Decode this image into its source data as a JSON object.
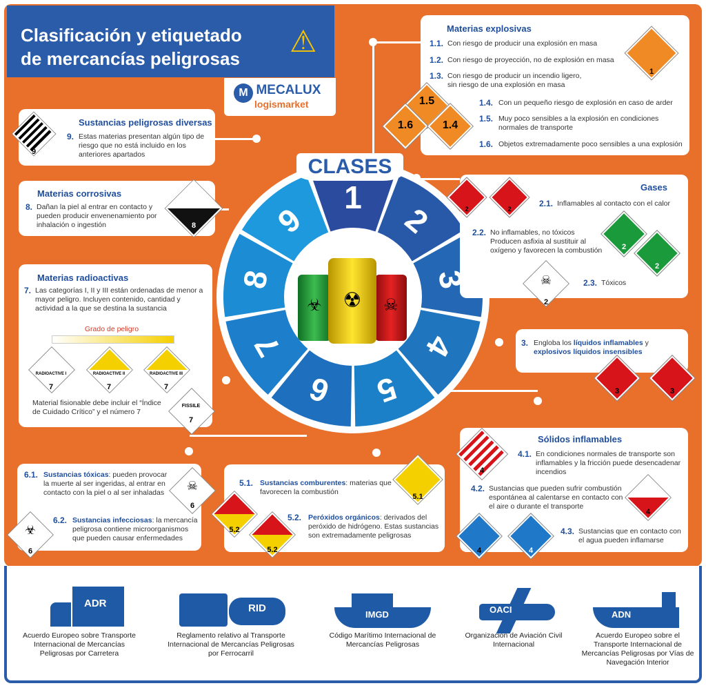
{
  "header": {
    "title_line1": "Clasificación y etiquetado",
    "title_line2": "de mercancías peligrosas",
    "warning_icon": "⚠"
  },
  "logo": {
    "brand": "MECALUX",
    "sub": "logismarket",
    "mark": "M"
  },
  "wheel": {
    "banner": "CLASES",
    "classes": [
      "1",
      "2",
      "3",
      "4",
      "5",
      "6",
      "7",
      "8",
      "9"
    ],
    "colors": [
      "#2b4c9e",
      "#2759a8",
      "#2467b4",
      "#2075bf",
      "#1c80c8",
      "#1e6fbe",
      "#1d7fcb",
      "#1c8cd5",
      "#1f99de"
    ]
  },
  "explosivas": {
    "title": "Materias explosivas",
    "items": [
      {
        "n": "1.1.",
        "t": "Con riesgo de producir una explosión en masa"
      },
      {
        "n": "1.2.",
        "t": "Con riesgo de proyección, no de explosión en masa"
      },
      {
        "n": "1.3.",
        "t": "Con riesgo de producir un incendio ligero, sin riesgo de una explosión en masa"
      },
      {
        "n": "1.4.",
        "t": "Con un pequeño riesgo de explosión en caso de arder"
      },
      {
        "n": "1.5.",
        "t": "Muy poco sensibles a la explosión en condiciones normales de transporte"
      },
      {
        "n": "1.6.",
        "t": "Objetos extremadamente poco sensibles a una explosión"
      }
    ],
    "labels": [
      "1",
      "1.5",
      "1.6",
      "1.4"
    ],
    "color": "#f08a24"
  },
  "diversas": {
    "title": "Sustancias peligrosas diversas",
    "n": "9.",
    "t": "Estas materias presentan algún tipo de riesgo que no está incluido en los anteriores apartados",
    "label": "9"
  },
  "corrosivas": {
    "title": "Materias corrosivas",
    "n": "8.",
    "t": "Dañan la piel al entrar en contacto y pueden producir envenenamiento por inhalación o ingestión",
    "label": "8"
  },
  "radioactivas": {
    "title": "Materias radioactivas",
    "n": "7.",
    "t": "Las categorías I, II y III están ordenadas de menor a mayor peligro. Incluyen contenido, cantidad y actividad a la que se destina la sustancia",
    "scale": "Grado de peligro",
    "labels": [
      "RADIOACTIVE I",
      "RADIOACTIVE II",
      "RADIOACTIVE III"
    ],
    "num": "7",
    "fissile": "FISSILE",
    "note": "Material fisionable debe incluir el “Índice de Cuidado Crítico” y el número 7"
  },
  "gases": {
    "title": "Gases",
    "items": [
      {
        "n": "2.1.",
        "t": "Inflamables al contacto con el calor"
      },
      {
        "n": "2.2.",
        "t": "No inflamables, no tóxicos Producen asfixia al sustituir al oxígeno y favorecen la combustión"
      },
      {
        "n": "2.3.",
        "t": "Tóxicos"
      }
    ],
    "label": "2"
  },
  "liquidos": {
    "n": "3.",
    "pre": "Engloba los ",
    "hl1": "líquidos inflamables",
    "mid": " y ",
    "hl2": "explosivos líquidos insensibles",
    "label": "3"
  },
  "solidos": {
    "title": "Sólidos inflamables",
    "items": [
      {
        "n": "4.1.",
        "t": "En condiciones normales de transporte son inflamables y la fricción puede desencadenar incendios"
      },
      {
        "n": "4.2.",
        "t": "Sustancias que pueden sufrir combustión espontánea al calentarse en contacto con el aire o durante el transporte"
      },
      {
        "n": "4.3.",
        "t": "Sustancias que en contacto con el agua pueden inflamarse"
      }
    ],
    "label": "4"
  },
  "toxicas": {
    "items": [
      {
        "n": "6.1.",
        "hl": "Sustancias tóxicas",
        "t": ": pueden provocar la muerte al ser ingeridas, al entrar en contacto con la piel o al ser inhaladas"
      },
      {
        "n": "6.2.",
        "hl": "Sustancias infecciosas",
        "t": ": la mercancía peligrosa contiene microorganismos que pueden causar enfermedades"
      }
    ],
    "label": "6"
  },
  "comburentes": {
    "items": [
      {
        "n": "5.1.",
        "hl": "Sustancias comburentes",
        "t": ": materias que favorecen la combustión"
      },
      {
        "n": "5.2.",
        "hl": "Peróxidos orgánicos",
        "t": ": derivados del peróxido de hidrógeno. Estas sustancias son extremadamente peligrosas"
      }
    ],
    "labels": [
      "5.1",
      "5.2",
      "5.2"
    ]
  },
  "transport": [
    {
      "code": "ADR",
      "desc": "Acuerdo Europeo sobre Transporte Internacional de Mercancías Peligrosas por Carretera",
      "icon": "truck-icon"
    },
    {
      "code": "RID",
      "desc": "Reglamento relativo al Transporte Internacional de Mercancías Peligrosas por Ferrocarril",
      "icon": "train-icon"
    },
    {
      "code": "IMGD",
      "desc": "Código Marítimo Internacional de Mercancías Peligrosas",
      "icon": "ship-icon"
    },
    {
      "code": "OACI",
      "desc": "Organización de Aviación Civil Internacional",
      "icon": "plane-icon"
    },
    {
      "code": "ADN",
      "desc": "Acuerdo Europeo sobre el Transporte Internacional de Mercancías Peligrosas por Vías de Navegación Interior",
      "icon": "barge-icon"
    }
  ],
  "colors": {
    "orange": "#e8702a",
    "blue": "#2a5caa",
    "red": "#d7141a",
    "green": "#1a9a3a",
    "yellow": "#f5d000"
  }
}
